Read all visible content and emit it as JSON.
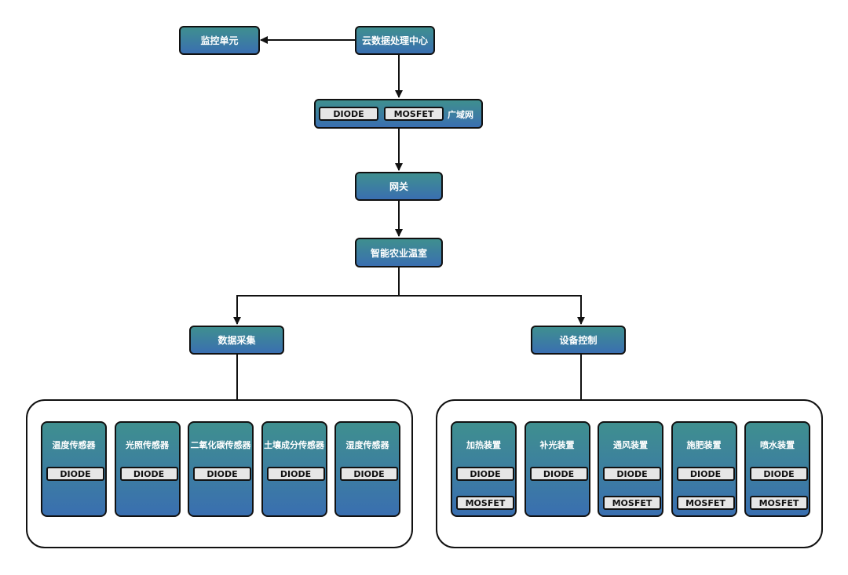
{
  "nodes": {
    "monitor": "监控单元",
    "cloud": "云数据处理中心",
    "wan_label": "广域网",
    "gateway": "网关",
    "greenhouse": "智能农业温室",
    "data_collection": "数据采集",
    "device_control": "设备控制"
  },
  "chips": {
    "diode": "DIODE",
    "mosfet": "MOSFET"
  },
  "sensors": [
    {
      "label": "温度传感器"
    },
    {
      "label": "光照传感器"
    },
    {
      "label": "二氧化碳传感器"
    },
    {
      "label": "土壤成分传感器"
    },
    {
      "label": "湿度传感器"
    }
  ],
  "devices": [
    {
      "label": "加热装置",
      "has_mosfet": true
    },
    {
      "label": "补光装置",
      "has_mosfet": false
    },
    {
      "label": "通风装置",
      "has_mosfet": true
    },
    {
      "label": "施肥装置",
      "has_mosfet": true
    },
    {
      "label": "喷水装置",
      "has_mosfet": true
    }
  ],
  "colors": {
    "node_top": "#3f8f8f",
    "node_bottom": "#3a6fb0",
    "chip": "#e6e6e6",
    "stroke": "#111111"
  }
}
